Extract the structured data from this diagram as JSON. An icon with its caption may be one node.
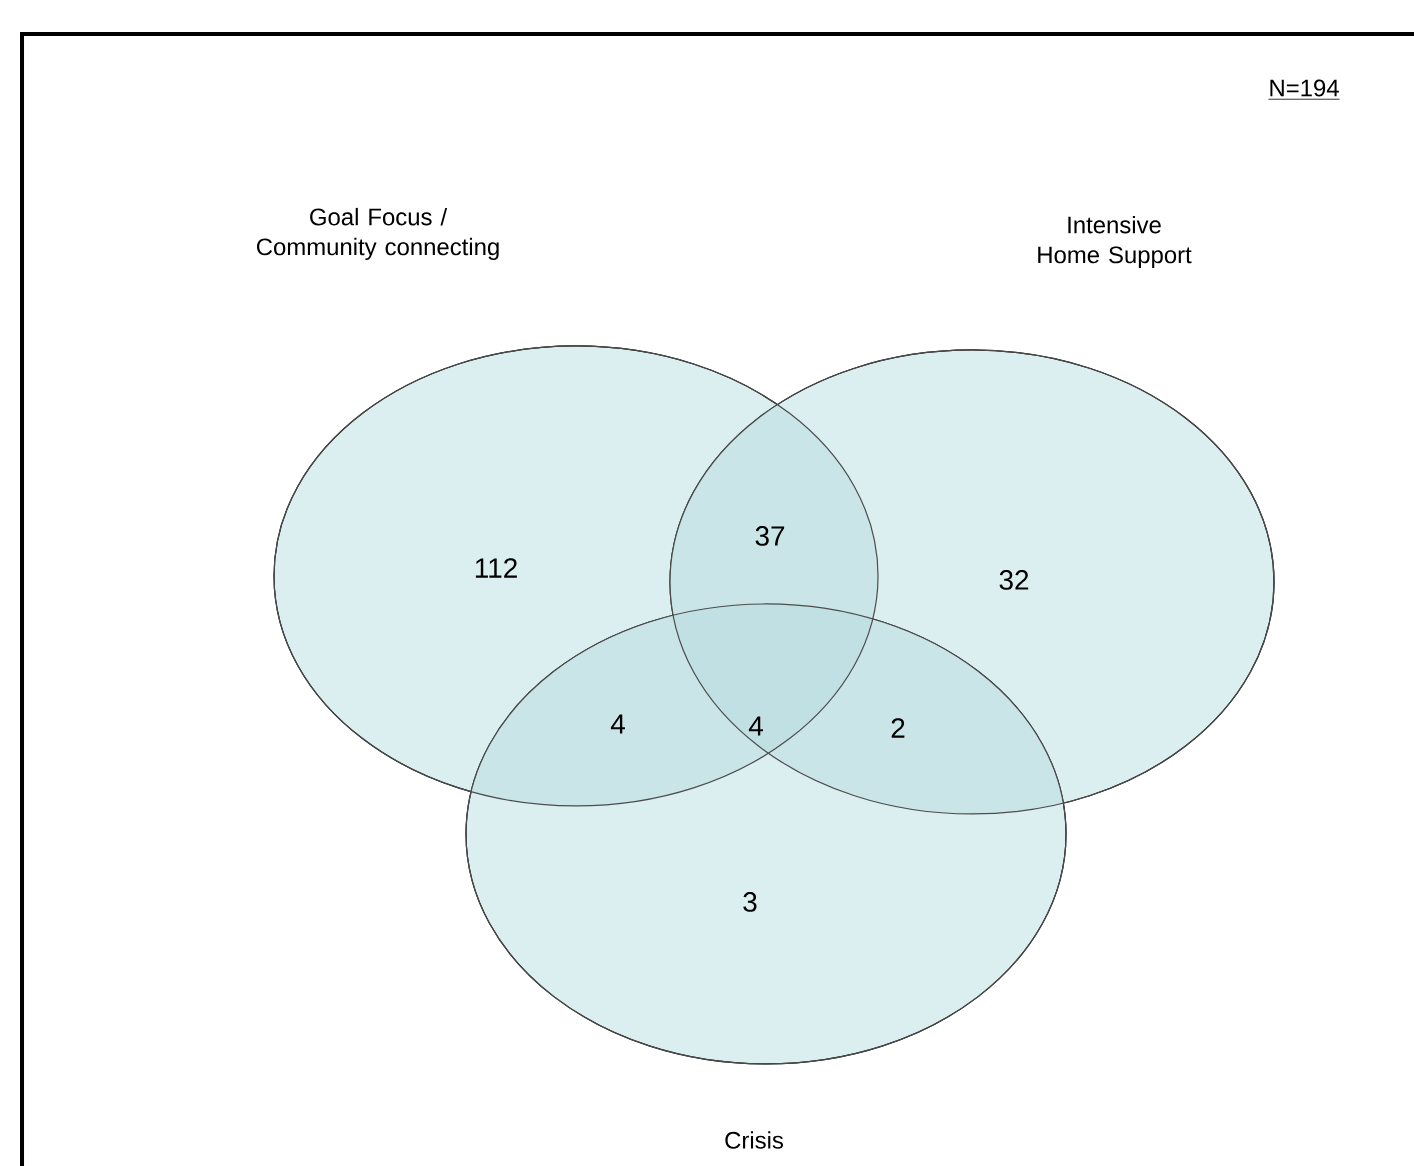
{
  "diagram": {
    "nodes": [
      {
        "text": [
          "Goal Focus / Community connecting"
        ]
      },
      {
        "text": [
          "Intensive Home Support"
        ]
      },
      {
        "text": [
          "Crisis"
        ]
      }
    ],
    "labels": [
      "N=194",
      "112",
      "37",
      "32",
      "4",
      "4",
      "2",
      "3"
    ]
  }
}
